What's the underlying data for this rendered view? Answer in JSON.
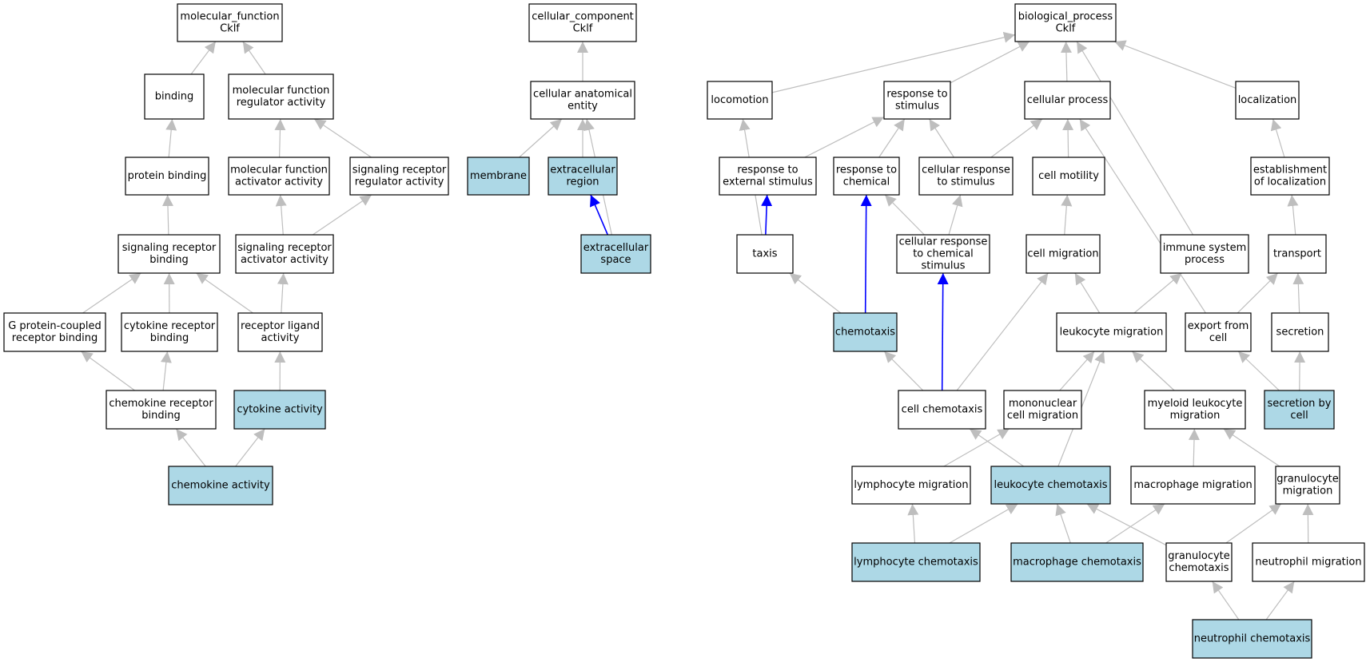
{
  "colors": {
    "edge_default": "#bebebe",
    "edge_highlight": "#0000ff",
    "node_fill_default": "#ffffff",
    "node_fill_highlight": "#add8e6",
    "node_stroke": "#000000"
  },
  "nodes": [
    {
      "id": "mf_root",
      "lines": [
        "molecular_function",
        "Cklf"
      ],
      "highlight": false
    },
    {
      "id": "binding",
      "lines": [
        "binding"
      ],
      "highlight": false
    },
    {
      "id": "mf_reg",
      "lines": [
        "molecular function",
        "regulator activity"
      ],
      "highlight": false
    },
    {
      "id": "protein_binding",
      "lines": [
        "protein binding"
      ],
      "highlight": false
    },
    {
      "id": "mf_act",
      "lines": [
        "molecular function",
        "activator activity"
      ],
      "highlight": false
    },
    {
      "id": "sig_rec_reg",
      "lines": [
        "signaling receptor",
        "regulator activity"
      ],
      "highlight": false
    },
    {
      "id": "sig_rec_binding",
      "lines": [
        "signaling receptor",
        "binding"
      ],
      "highlight": false
    },
    {
      "id": "sig_rec_act",
      "lines": [
        "signaling receptor",
        "activator activity"
      ],
      "highlight": false
    },
    {
      "id": "gpcr_binding",
      "lines": [
        "G protein-coupled",
        "receptor binding"
      ],
      "highlight": false
    },
    {
      "id": "cytokine_rec_binding",
      "lines": [
        "cytokine receptor",
        "binding"
      ],
      "highlight": false
    },
    {
      "id": "rec_ligand",
      "lines": [
        "receptor ligand",
        "activity"
      ],
      "highlight": false
    },
    {
      "id": "chemokine_rec_binding",
      "lines": [
        "chemokine receptor",
        "binding"
      ],
      "highlight": false
    },
    {
      "id": "cytokine_activity",
      "lines": [
        "cytokine activity"
      ],
      "highlight": true
    },
    {
      "id": "chemokine_activity",
      "lines": [
        "chemokine activity"
      ],
      "highlight": true
    },
    {
      "id": "cc_root",
      "lines": [
        "cellular_component",
        "Cklf"
      ],
      "highlight": false
    },
    {
      "id": "cae",
      "lines": [
        "cellular anatomical",
        "entity"
      ],
      "highlight": false
    },
    {
      "id": "membrane",
      "lines": [
        "membrane"
      ],
      "highlight": true
    },
    {
      "id": "extracellular_region",
      "lines": [
        "extracellular",
        "region"
      ],
      "highlight": true
    },
    {
      "id": "extracellular_space",
      "lines": [
        "extracellular",
        "space"
      ],
      "highlight": true
    },
    {
      "id": "bp_root",
      "lines": [
        "biological_process",
        "Cklf"
      ],
      "highlight": false
    },
    {
      "id": "locomotion",
      "lines": [
        "locomotion"
      ],
      "highlight": false
    },
    {
      "id": "resp_stim",
      "lines": [
        "response to",
        "stimulus"
      ],
      "highlight": false
    },
    {
      "id": "cell_proc",
      "lines": [
        "cellular process"
      ],
      "highlight": false
    },
    {
      "id": "localization",
      "lines": [
        "localization"
      ],
      "highlight": false
    },
    {
      "id": "resp_ext",
      "lines": [
        "response to",
        "external stimulus"
      ],
      "highlight": false
    },
    {
      "id": "resp_chem",
      "lines": [
        "response to",
        "chemical"
      ],
      "highlight": false
    },
    {
      "id": "cell_resp_stim",
      "lines": [
        "cellular response",
        "to stimulus"
      ],
      "highlight": false
    },
    {
      "id": "cell_motility",
      "lines": [
        "cell motility"
      ],
      "highlight": false
    },
    {
      "id": "est_loc",
      "lines": [
        "establishment",
        "of localization"
      ],
      "highlight": false
    },
    {
      "id": "taxis",
      "lines": [
        "taxis"
      ],
      "highlight": false
    },
    {
      "id": "cell_resp_chem",
      "lines": [
        "cellular response",
        "to chemical",
        "stimulus"
      ],
      "highlight": false
    },
    {
      "id": "cell_migration",
      "lines": [
        "cell migration"
      ],
      "highlight": false
    },
    {
      "id": "immune",
      "lines": [
        "immune system",
        "process"
      ],
      "highlight": false
    },
    {
      "id": "transport",
      "lines": [
        "transport"
      ],
      "highlight": false
    },
    {
      "id": "chemotaxis",
      "lines": [
        "chemotaxis"
      ],
      "highlight": true
    },
    {
      "id": "leuk_mig",
      "lines": [
        "leukocyte migration"
      ],
      "highlight": false
    },
    {
      "id": "export",
      "lines": [
        "export from",
        "cell"
      ],
      "highlight": false
    },
    {
      "id": "secretion",
      "lines": [
        "secretion"
      ],
      "highlight": false
    },
    {
      "id": "cell_chemotaxis",
      "lines": [
        "cell chemotaxis"
      ],
      "highlight": false
    },
    {
      "id": "mono_mig",
      "lines": [
        "mononuclear",
        "cell migration"
      ],
      "highlight": false
    },
    {
      "id": "myeloid_mig",
      "lines": [
        "myeloid leukocyte",
        "migration"
      ],
      "highlight": false
    },
    {
      "id": "sec_by_cell",
      "lines": [
        "secretion by",
        "cell"
      ],
      "highlight": true
    },
    {
      "id": "lymph_mig",
      "lines": [
        "lymphocyte migration"
      ],
      "highlight": false
    },
    {
      "id": "leuk_chemo",
      "lines": [
        "leukocyte chemotaxis"
      ],
      "highlight": true
    },
    {
      "id": "macro_mig",
      "lines": [
        "macrophage migration"
      ],
      "highlight": false
    },
    {
      "id": "gran_mig",
      "lines": [
        "granulocyte",
        "migration"
      ],
      "highlight": false
    },
    {
      "id": "lymph_chemo",
      "lines": [
        "lymphocyte chemotaxis"
      ],
      "highlight": true
    },
    {
      "id": "macro_chemo",
      "lines": [
        "macrophage chemotaxis"
      ],
      "highlight": true
    },
    {
      "id": "gran_chemo",
      "lines": [
        "granulocyte",
        "chemotaxis"
      ],
      "highlight": false
    },
    {
      "id": "neut_mig",
      "lines": [
        "neutrophil migration"
      ],
      "highlight": false
    },
    {
      "id": "neut_chemo",
      "lines": [
        "neutrophil chemotaxis"
      ],
      "highlight": true
    }
  ],
  "edges": [
    {
      "from": "binding",
      "to": "mf_root",
      "highlight": false
    },
    {
      "from": "mf_reg",
      "to": "mf_root",
      "highlight": false
    },
    {
      "from": "protein_binding",
      "to": "binding",
      "highlight": false
    },
    {
      "from": "mf_act",
      "to": "mf_reg",
      "highlight": false
    },
    {
      "from": "sig_rec_reg",
      "to": "mf_reg",
      "highlight": false
    },
    {
      "from": "sig_rec_binding",
      "to": "protein_binding",
      "highlight": false
    },
    {
      "from": "sig_rec_act",
      "to": "mf_act",
      "highlight": false
    },
    {
      "from": "sig_rec_act",
      "to": "sig_rec_reg",
      "highlight": false
    },
    {
      "from": "gpcr_binding",
      "to": "sig_rec_binding",
      "highlight": false
    },
    {
      "from": "cytokine_rec_binding",
      "to": "sig_rec_binding",
      "highlight": false
    },
    {
      "from": "rec_ligand",
      "to": "sig_rec_binding",
      "highlight": false
    },
    {
      "from": "rec_ligand",
      "to": "sig_rec_act",
      "highlight": false
    },
    {
      "from": "chemokine_rec_binding",
      "to": "gpcr_binding",
      "highlight": false
    },
    {
      "from": "chemokine_rec_binding",
      "to": "cytokine_rec_binding",
      "highlight": false
    },
    {
      "from": "cytokine_activity",
      "to": "rec_ligand",
      "highlight": false
    },
    {
      "from": "chemokine_activity",
      "to": "chemokine_rec_binding",
      "highlight": false
    },
    {
      "from": "chemokine_activity",
      "to": "cytokine_activity",
      "highlight": false
    },
    {
      "from": "cae",
      "to": "cc_root",
      "highlight": false
    },
    {
      "from": "membrane",
      "to": "cae",
      "highlight": false
    },
    {
      "from": "extracellular_region",
      "to": "cae",
      "highlight": false
    },
    {
      "from": "extracellular_space",
      "to": "extracellular_region",
      "highlight": true
    },
    {
      "from": "extracellular_space",
      "to": "cae",
      "highlight": false
    },
    {
      "from": "locomotion",
      "to": "bp_root",
      "highlight": false
    },
    {
      "from": "resp_stim",
      "to": "bp_root",
      "highlight": false
    },
    {
      "from": "cell_proc",
      "to": "bp_root",
      "highlight": false
    },
    {
      "from": "localization",
      "to": "bp_root",
      "highlight": false
    },
    {
      "from": "immune",
      "to": "bp_root",
      "highlight": false
    },
    {
      "from": "resp_ext",
      "to": "resp_stim",
      "highlight": false
    },
    {
      "from": "resp_chem",
      "to": "resp_stim",
      "highlight": false
    },
    {
      "from": "cell_resp_stim",
      "to": "resp_stim",
      "highlight": false
    },
    {
      "from": "cell_resp_stim",
      "to": "cell_proc",
      "highlight": false
    },
    {
      "from": "cell_motility",
      "to": "cell_proc",
      "highlight": false
    },
    {
      "from": "est_loc",
      "to": "localization",
      "highlight": false
    },
    {
      "from": "taxis",
      "to": "locomotion",
      "highlight": false
    },
    {
      "from": "taxis",
      "to": "resp_ext",
      "highlight": true
    },
    {
      "from": "cell_resp_chem",
      "to": "resp_chem",
      "highlight": false
    },
    {
      "from": "cell_resp_chem",
      "to": "cell_resp_stim",
      "highlight": false
    },
    {
      "from": "cell_migration",
      "to": "cell_motility",
      "highlight": false
    },
    {
      "from": "transport",
      "to": "est_loc",
      "highlight": false
    },
    {
      "from": "chemotaxis",
      "to": "taxis",
      "highlight": false
    },
    {
      "from": "chemotaxis",
      "to": "resp_chem",
      "highlight": true
    },
    {
      "from": "leuk_mig",
      "to": "cell_migration",
      "highlight": false
    },
    {
      "from": "leuk_mig",
      "to": "immune",
      "highlight": false
    },
    {
      "from": "export",
      "to": "transport",
      "highlight": false
    },
    {
      "from": "export",
      "to": "cell_proc",
      "highlight": false
    },
    {
      "from": "secretion",
      "to": "transport",
      "highlight": false
    },
    {
      "from": "cell_chemotaxis",
      "to": "chemotaxis",
      "highlight": false
    },
    {
      "from": "cell_chemotaxis",
      "to": "cell_resp_chem",
      "highlight": true
    },
    {
      "from": "cell_chemotaxis",
      "to": "cell_migration",
      "highlight": false
    },
    {
      "from": "mono_mig",
      "to": "leuk_mig",
      "highlight": false
    },
    {
      "from": "myeloid_mig",
      "to": "leuk_mig",
      "highlight": false
    },
    {
      "from": "sec_by_cell",
      "to": "export",
      "highlight": false
    },
    {
      "from": "sec_by_cell",
      "to": "secretion",
      "highlight": false
    },
    {
      "from": "lymph_mig",
      "to": "mono_mig",
      "highlight": false
    },
    {
      "from": "leuk_chemo",
      "to": "cell_chemotaxis",
      "highlight": false
    },
    {
      "from": "leuk_chemo",
      "to": "leuk_mig",
      "highlight": false
    },
    {
      "from": "macro_mig",
      "to": "myeloid_mig",
      "highlight": false
    },
    {
      "from": "gran_mig",
      "to": "myeloid_mig",
      "highlight": false
    },
    {
      "from": "lymph_chemo",
      "to": "lymph_mig",
      "highlight": false
    },
    {
      "from": "lymph_chemo",
      "to": "leuk_chemo",
      "highlight": false
    },
    {
      "from": "macro_chemo",
      "to": "leuk_chemo",
      "highlight": false
    },
    {
      "from": "macro_chemo",
      "to": "macro_mig",
      "highlight": false
    },
    {
      "from": "gran_chemo",
      "to": "leuk_chemo",
      "highlight": false
    },
    {
      "from": "gran_chemo",
      "to": "gran_mig",
      "highlight": false
    },
    {
      "from": "neut_mig",
      "to": "gran_mig",
      "highlight": false
    },
    {
      "from": "neut_chemo",
      "to": "gran_chemo",
      "highlight": false
    },
    {
      "from": "neut_chemo",
      "to": "neut_mig",
      "highlight": false
    }
  ]
}
